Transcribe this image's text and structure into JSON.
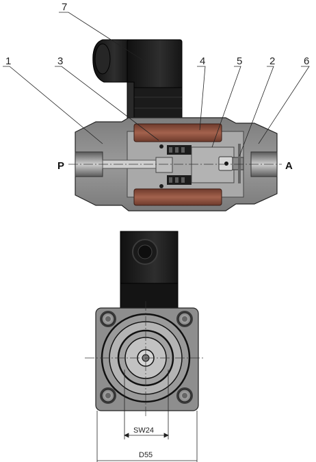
{
  "callouts": {
    "c1": "1",
    "c2": "2",
    "c3": "3",
    "c4": "4",
    "c5": "5",
    "c6": "6",
    "c7": "7"
  },
  "ports": {
    "inlet": "P",
    "outlet": "A"
  },
  "dimensions": {
    "wrench_size": "SW24",
    "body_size": "D55"
  },
  "colors": {
    "body": "#8c8c8c",
    "coil": "#8a4f3d",
    "connector": "#1e1e1e",
    "line": "#222222"
  }
}
